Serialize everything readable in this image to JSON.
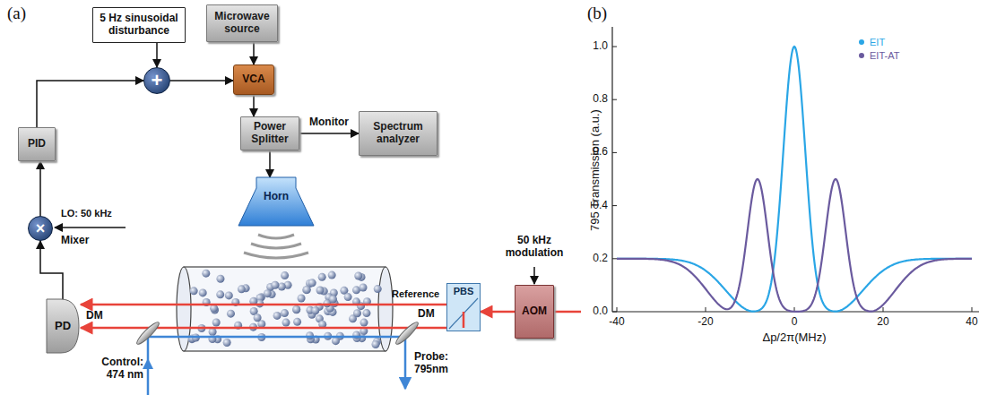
{
  "diagram": {
    "nodes": [
      {
        "text": [
          "5 Hz sinusoidal disturbance"
        ]
      },
      {
        "text": [
          "Microwave source"
        ]
      },
      {
        "text": [
          "+"
        ]
      },
      {
        "text": [
          "VCA"
        ]
      },
      {
        "text": [
          "Power Splitter"
        ]
      },
      {
        "text": [
          "Spectrum analyzer"
        ]
      },
      {
        "text": [
          "Horn"
        ]
      },
      {
        "text": [
          "PID"
        ]
      },
      {
        "text": [
          "×"
        ]
      },
      {
        "text": [
          "PD"
        ]
      },
      {
        "text": [
          "PBS"
        ]
      },
      {
        "text": [
          "AOM"
        ]
      }
    ],
    "edges": [
      {
        "from": 0,
        "to": 2,
        "arrow": "to"
      },
      {
        "from": 1,
        "to": 3,
        "arrow": "to"
      },
      {
        "from": 2,
        "to": 3,
        "arrow": "to"
      },
      {
        "from": 3,
        "to": 4,
        "arrow": "to"
      },
      {
        "from": 4,
        "to": 5,
        "label": "Monitor",
        "arrow": "to"
      },
      {
        "from": 4,
        "to": 6,
        "arrow": "to"
      },
      {
        "from": 7,
        "to": 2,
        "arrow": "to"
      },
      {
        "from": 8,
        "to": 7,
        "arrow": "to"
      },
      {
        "from": 9,
        "to": 8,
        "arrow": "to"
      },
      {
        "from": 11,
        "to": 10,
        "arrow": "to"
      }
    ],
    "labels": [
      "(a)",
      "(b)",
      "LO: 50 kHz",
      "Mixer",
      "50 kHz modulation",
      "Reference",
      "DM",
      "DM",
      "Control: 474 nm",
      "Probe: 795nm",
      "795 Transmission (a.u.)",
      "Δp/2π(MHz)",
      "0.0",
      "0.2",
      "0.4",
      "0.6",
      "0.8",
      "1.0",
      "-40",
      "-20",
      "0",
      "20",
      "40"
    ],
    "legend": [
      {
        "text": "EIT",
        "color": "#2aa6e6"
      },
      {
        "text": "EIT-AT",
        "color": "#6a5a9e"
      }
    ]
  }
}
